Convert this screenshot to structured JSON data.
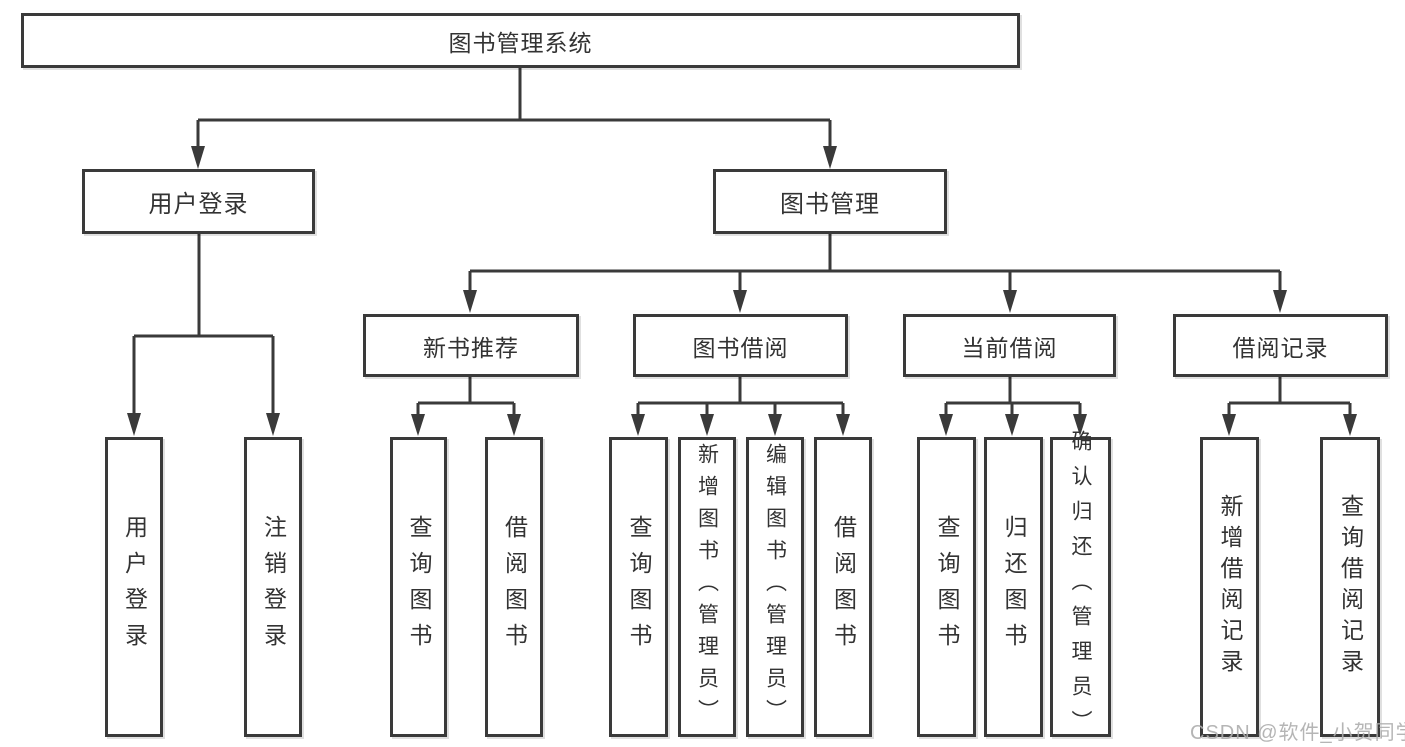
{
  "diagram_type": "hierarchy-tree",
  "colors": {
    "line": "#3a3a3a",
    "text": "#333333",
    "box_background": "#ffffff",
    "page_background": "#ffffff",
    "watermark": "#adadad"
  },
  "tree": {
    "label": "图书管理系统",
    "children": [
      {
        "label": "用户登录",
        "children": [
          {
            "label": "用户登录"
          },
          {
            "label": "注销登录"
          }
        ]
      },
      {
        "label": "图书管理",
        "children": [
          {
            "label": "新书推荐",
            "children": [
              {
                "label": "查询图书"
              },
              {
                "label": "借阅图书"
              }
            ]
          },
          {
            "label": "图书借阅",
            "children": [
              {
                "label": "查询图书"
              },
              {
                "label": "新增图书（管理员）"
              },
              {
                "label": "编辑图书（管理员）"
              },
              {
                "label": "借阅图书"
              }
            ]
          },
          {
            "label": "当前借阅",
            "children": [
              {
                "label": "查询图书"
              },
              {
                "label": "归还图书"
              },
              {
                "label": "确认归还（管理员）"
              }
            ]
          },
          {
            "label": "借阅记录",
            "children": [
              {
                "label": "新增借阅记录"
              },
              {
                "label": "查询借阅记录"
              }
            ]
          }
        ]
      }
    ]
  },
  "watermark": "CSDN @软件_小贺同学"
}
